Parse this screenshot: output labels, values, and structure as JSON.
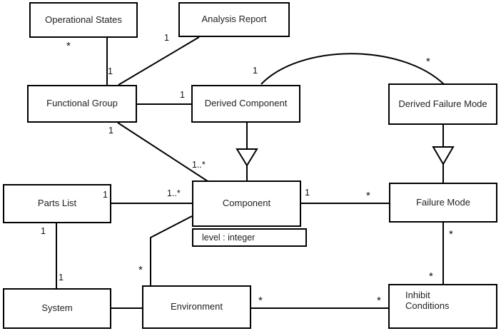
{
  "diagram": {
    "type": "uml-class-diagram",
    "classes": [
      {
        "id": "operational-states",
        "name": "Operational States"
      },
      {
        "id": "analysis-report",
        "name": "Analysis Report"
      },
      {
        "id": "functional-group",
        "name": "Functional Group"
      },
      {
        "id": "derived-component",
        "name": "Derived Component"
      },
      {
        "id": "derived-failure-mode",
        "name": "Derived Failure Mode"
      },
      {
        "id": "parts-list",
        "name": "Parts List"
      },
      {
        "id": "component",
        "name": "Component",
        "attribute": "level : integer"
      },
      {
        "id": "failure-mode",
        "name": "Failure Mode"
      },
      {
        "id": "system",
        "name": "System"
      },
      {
        "id": "environment",
        "name": "Environment"
      },
      {
        "id": "inhibit-conditions",
        "name": "Inhibit\nConditions"
      }
    ],
    "multiplicities": {
      "opstates_to_fg": "*",
      "fg_to_analysis_near_fg": "1",
      "fg_to_analysis_near_ar": "1",
      "fg_to_derived_component": "1",
      "fg_to_component_near_fg": "1",
      "fg_to_component_near_comp": "1..*",
      "arc_near_derived_comp": "1",
      "arc_near_derived_fm": "*",
      "partslist_to_component": "1",
      "component_near_partslist": "1..*",
      "partslist_to_system_top": "1",
      "partslist_to_system_bot": "1",
      "component_to_failuremode_near_comp": "1",
      "component_to_failuremode_near_fm": "*",
      "failuremode_to_inhibit_top": "*",
      "failuremode_to_inhibit_bot": "*",
      "environment_to_component": "*",
      "environment_to_inhibit_near_env": "*",
      "environment_to_inhibit_near_inhibit": "*"
    },
    "colors": {
      "stroke": "#000000",
      "fill": "#ffffff",
      "text": "#222222"
    }
  }
}
